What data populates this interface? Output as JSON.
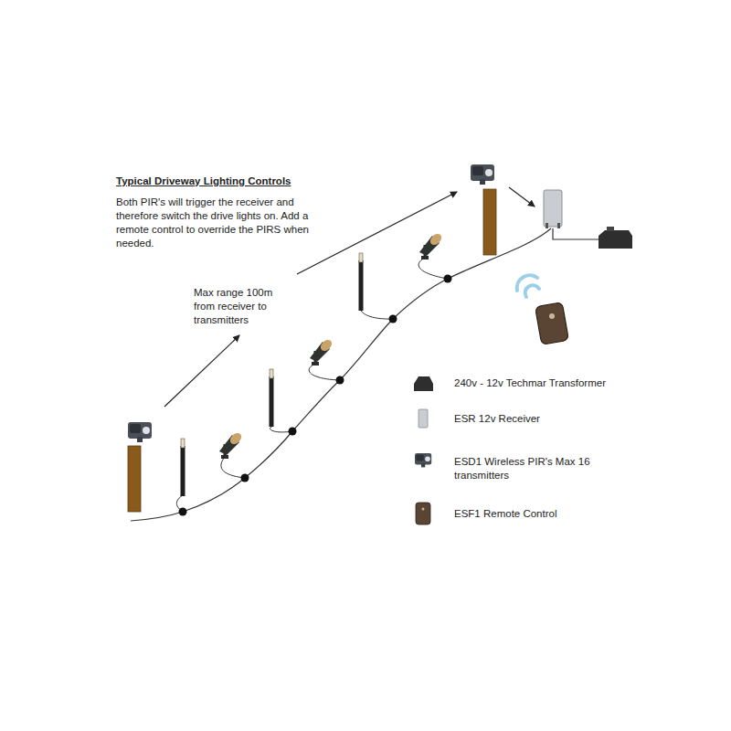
{
  "diagram": {
    "title": "Typical Driveway Lighting Controls",
    "labels": [
      "Both PIR's will trigger the receiver and therefore switch the drive lights on. Add a remote control to override the PIRS when needed.",
      "Max range 100m from receiver to transmitters"
    ],
    "legend": [
      {
        "text": "240v - 12v Techmar Transformer"
      },
      {
        "text": "ESR 12v Receiver"
      },
      {
        "text": "ESD1 Wireless PIR's Max 16 transmitters"
      },
      {
        "text": "ESF1 Remote Control"
      }
    ]
  }
}
